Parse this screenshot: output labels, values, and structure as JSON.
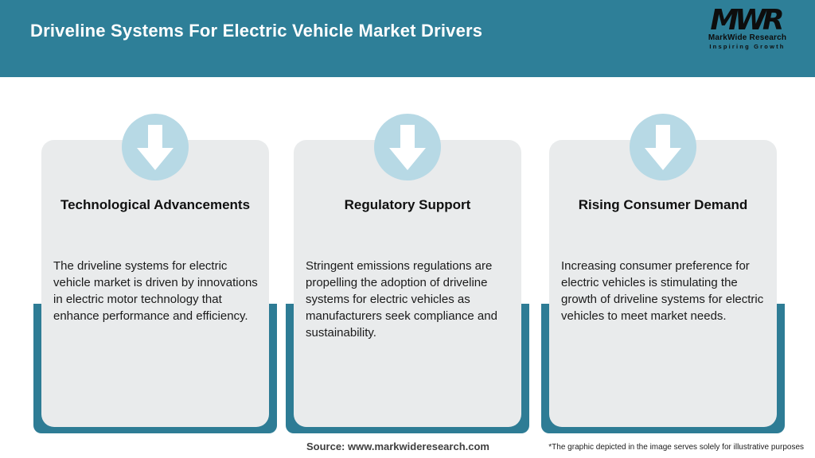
{
  "header": {
    "title": "Driveline Systems For Electric Vehicle Market Drivers"
  },
  "logo": {
    "monogram": "MWR",
    "name": "MarkWide Research",
    "tagline": "Inspiring Growth"
  },
  "cards": [
    {
      "icon": "arrow-down-icon",
      "title": "Technological Advancements",
      "description": "The driveline systems for electric vehicle market is driven by innovations in electric motor technology that enhance performance and efficiency."
    },
    {
      "icon": "arrow-down-icon",
      "title": "Regulatory Support",
      "description": "Stringent emissions regulations are propelling the adoption of driveline systems for electric vehicles as manufacturers seek compliance and sustainability."
    },
    {
      "icon": "arrow-down-icon",
      "title": "Rising Consumer Demand",
      "description": "Increasing consumer preference for electric vehicles is stimulating the growth of driveline systems for electric vehicles to meet market needs."
    }
  ],
  "footer": {
    "source": "Source: www.markwideresearch.com",
    "disclaimer": "*The graphic depicted in the image serves solely for illustrative purposes"
  },
  "colors": {
    "header_teal": "#2E7F98",
    "underlay_teal": "#2E7C95",
    "circle_blue": "#B7D9E5",
    "card_gray": "#E9EBEC"
  }
}
